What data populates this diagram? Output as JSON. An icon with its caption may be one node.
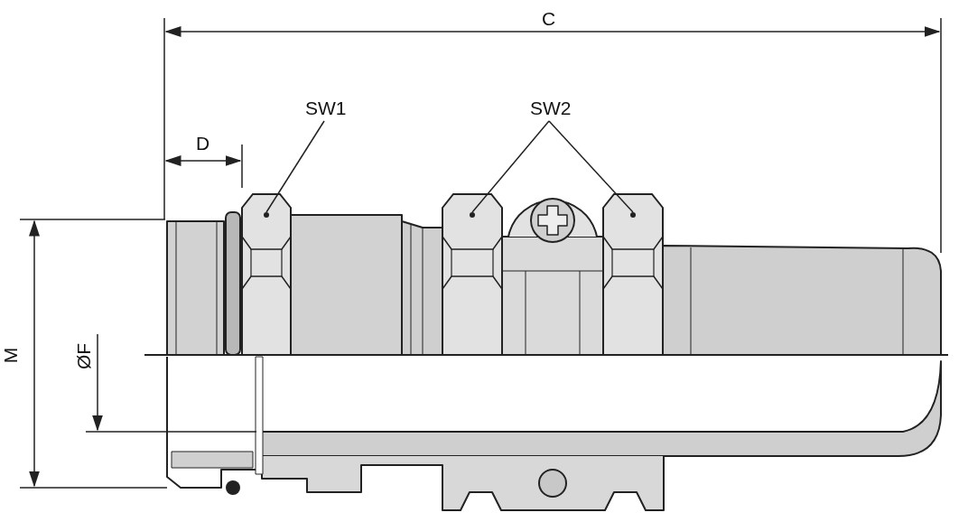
{
  "diagram": {
    "nodes": [
      {
        "text": [
          "SW1"
        ]
      },
      {
        "text": [
          "SW2"
        ]
      },
      {
        "text": [],
        "shape": "circle"
      },
      {
        "text": [],
        "shape": "circle"
      },
      {
        "text": [],
        "shape": "circle"
      }
    ],
    "edges": [
      {
        "from": 0,
        "to": 2,
        "arrow": "none"
      },
      {
        "from": 1,
        "to": 3,
        "arrow": "none"
      },
      {
        "from": 1,
        "to": 4,
        "arrow": "none"
      }
    ],
    "labels": [
      "C",
      "D",
      "M",
      "ØF"
    ]
  }
}
